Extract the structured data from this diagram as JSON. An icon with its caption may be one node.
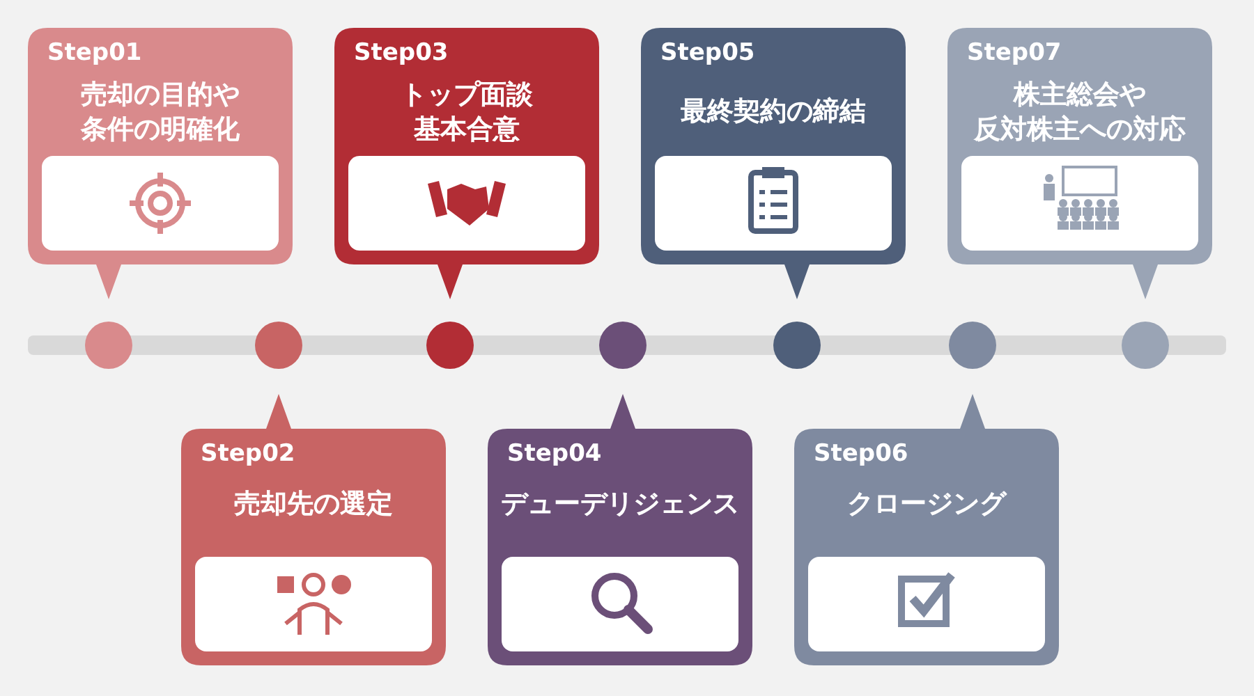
{
  "diagram": {
    "nodes": [
      {
        "text": [
          "Step01",
          "売却の目的や条件の明確化"
        ]
      },
      {
        "text": [
          "Step02",
          "売却先の選定"
        ]
      },
      {
        "text": [
          "Step03",
          "トップ面談基本合意"
        ]
      },
      {
        "text": [
          "Step04",
          "デューデリジェンス"
        ]
      },
      {
        "text": [
          "Step05",
          "最終契約の締結"
        ]
      },
      {
        "text": [
          "Step06",
          "クロージング"
        ]
      },
      {
        "text": [
          "Step07",
          "株主総会や反対株主への対応"
        ]
      }
    ]
  }
}
